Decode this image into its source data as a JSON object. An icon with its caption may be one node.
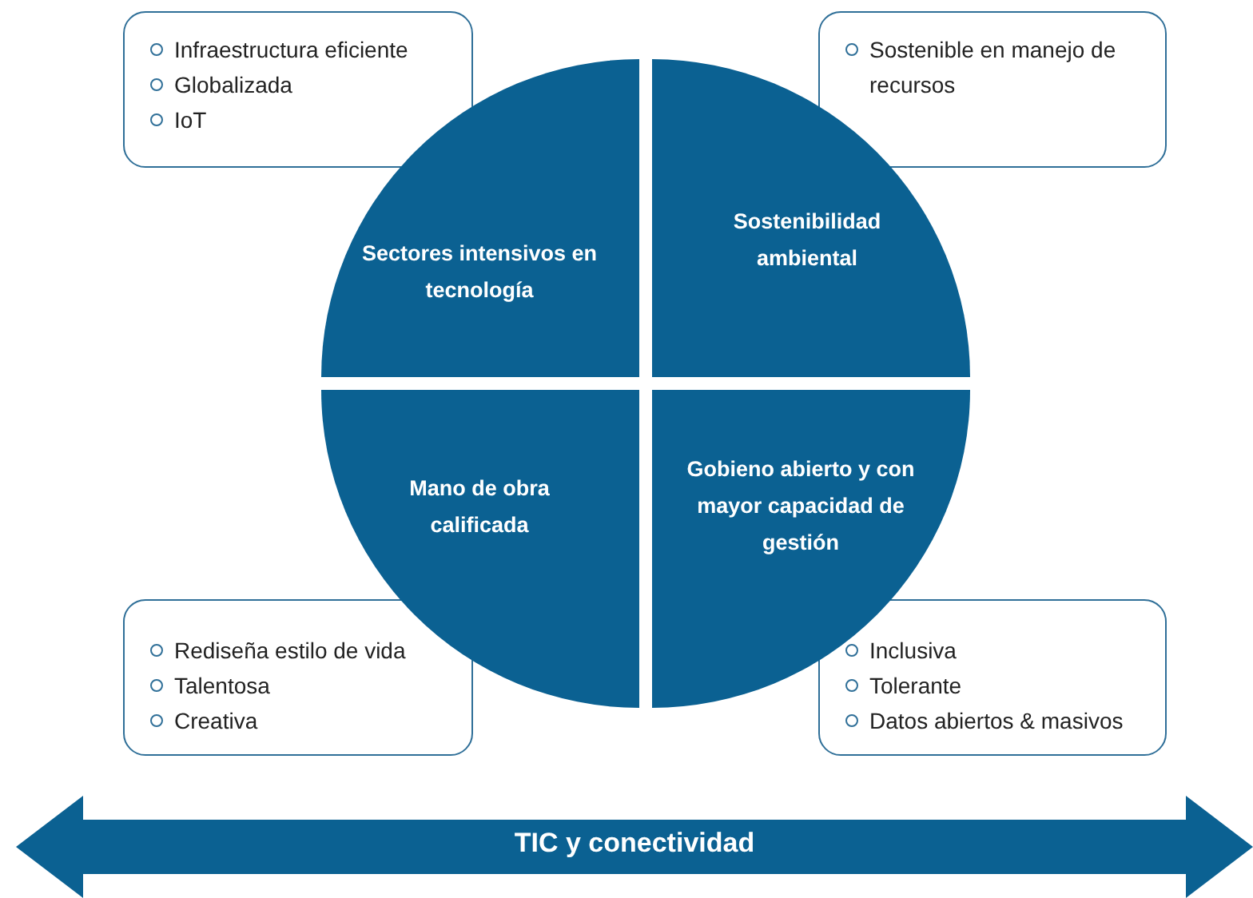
{
  "diagram": {
    "nodes": [
      {
        "text": [
          "Infraestructura eficiente",
          "Globalizada",
          "IoT"
        ]
      },
      {
        "text": [
          "Sostenible en manejo de recursos"
        ]
      },
      {
        "text": [
          "Sectores intensivos en tecnología"
        ]
      },
      {
        "text": [
          "Sostenibilidad ambiental"
        ]
      },
      {
        "text": [
          "Mano de obra calificada"
        ]
      },
      {
        "text": [
          "Gobieno abierto y con mayor capacidad de gestión"
        ]
      },
      {
        "text": [
          "Rediseña estilo de vida",
          "Talentosa",
          "Creativa"
        ]
      },
      {
        "text": [
          "Inclusiva",
          "Tolerante",
          "Datos abiertos & masivos"
        ]
      },
      {
        "text": [
          "TIC y conectividad"
        ]
      }
    ]
  }
}
